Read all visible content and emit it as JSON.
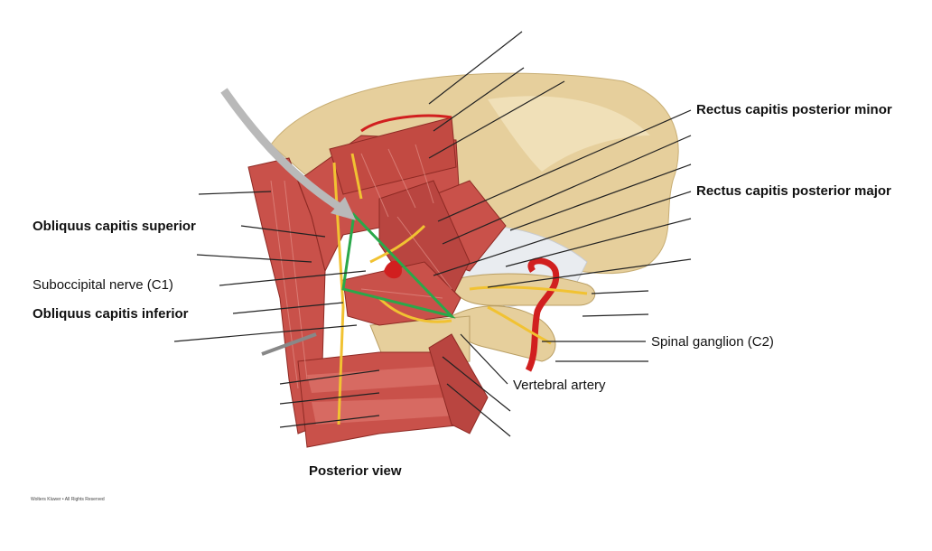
{
  "labels": {
    "rectus_minor": "Rectus capitis posterior minor",
    "rectus_major": "Rectus capitis posterior major",
    "obliquus_superior": "Obliquus capitis superior",
    "suboccipital_nerve": "Suboccipital nerve (C1)",
    "obliquus_inferior": "Obliquus capitis inferior",
    "spinal_ganglion": "Spinal ganglion (C2)",
    "vertebral_artery": "Vertebral artery",
    "view": "Posterior view",
    "copyright": "Wolters Kluwer • All Rights Reserved"
  },
  "colors": {
    "muscle": "#c9514a",
    "muscle_dark": "#a8362f",
    "bone": "#e6cf9c",
    "bone_light": "#f0e0b8",
    "nerve": "#f1c232",
    "artery": "#d11f1f",
    "triangle": "#2aa84a",
    "arrow": "#b9b9b9"
  }
}
